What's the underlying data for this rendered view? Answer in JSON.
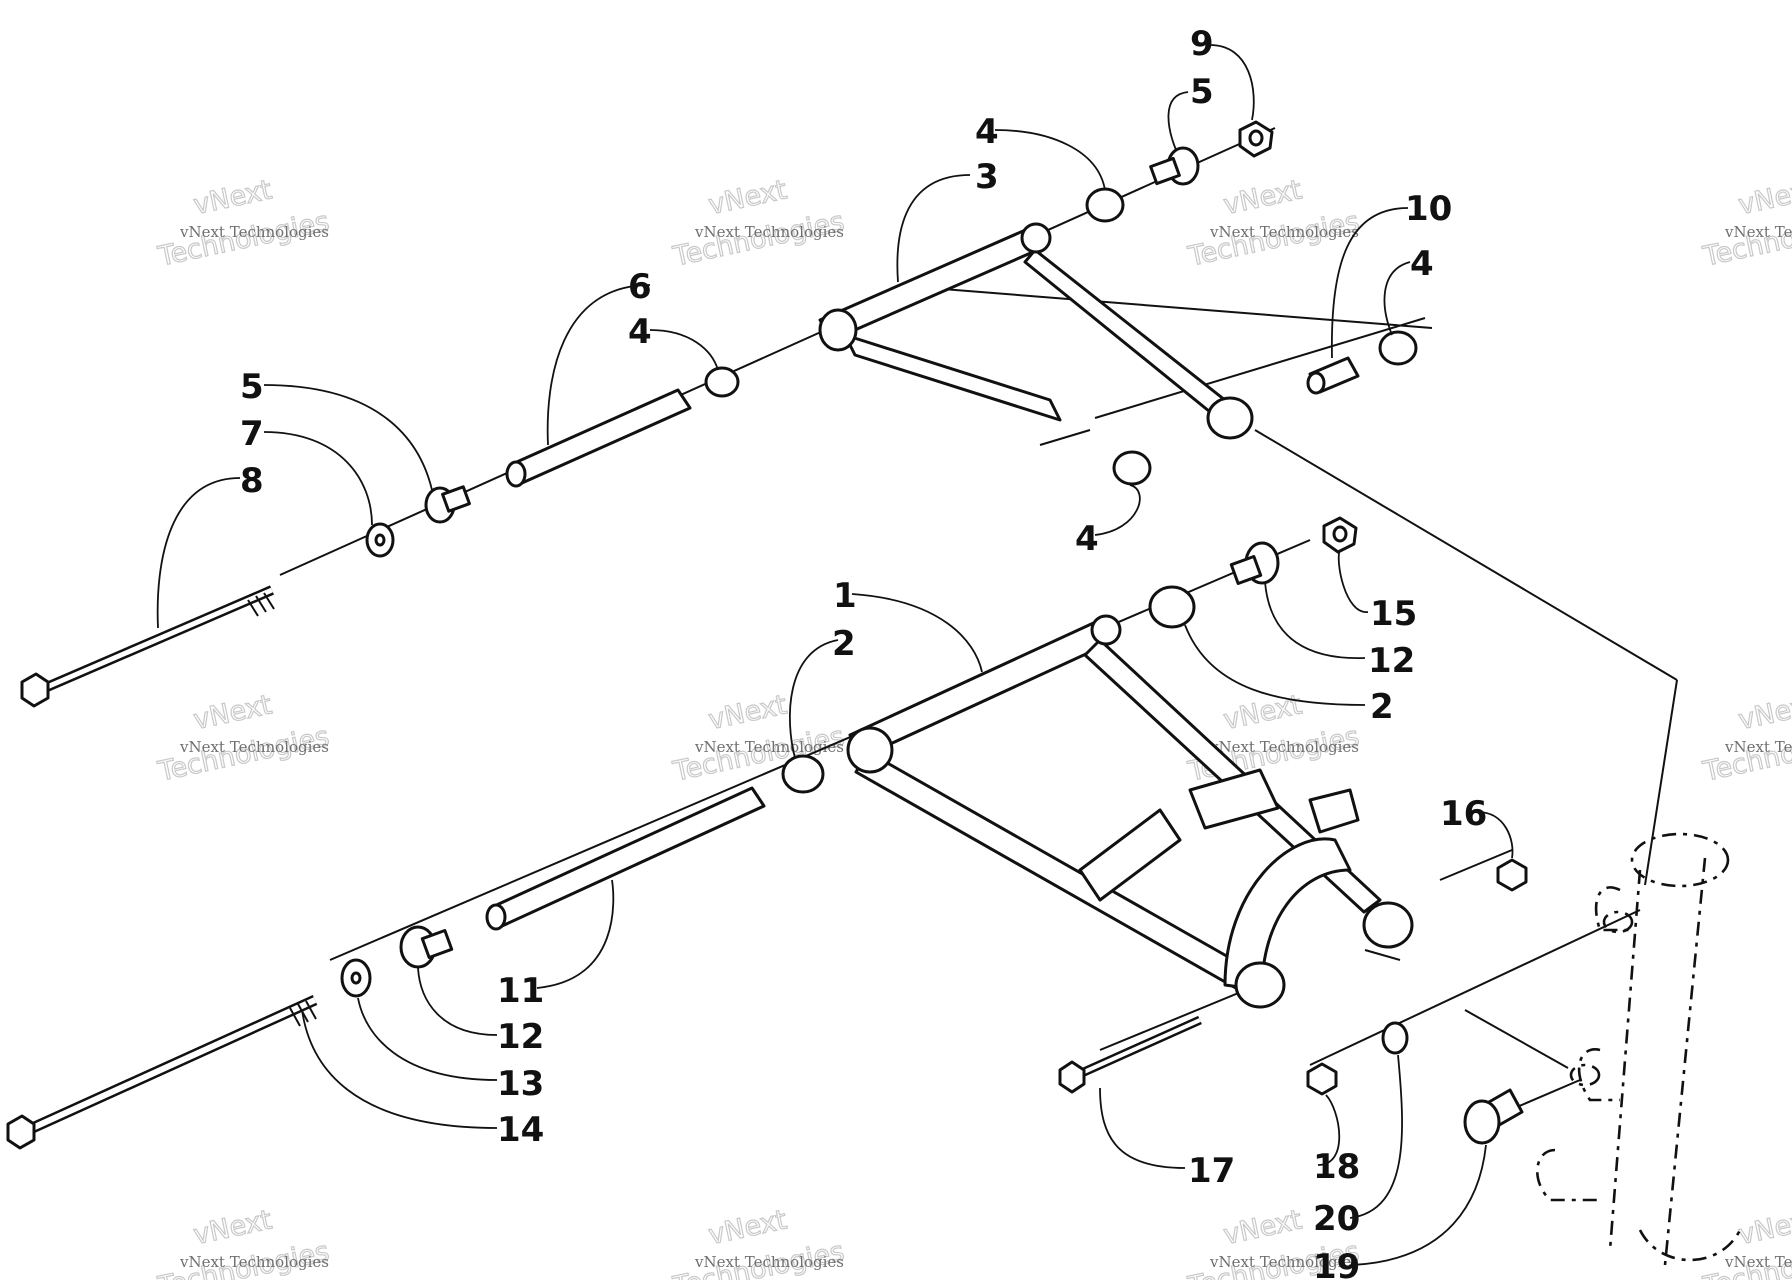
{
  "diagram": {
    "watermark": {
      "line1": "vNext Technologies",
      "line2": "vNext",
      "line3": "Technologies"
    },
    "callouts": [
      {
        "label": "1"
      },
      {
        "label": "2"
      },
      {
        "label": "2"
      },
      {
        "label": "3"
      },
      {
        "label": "4"
      },
      {
        "label": "4"
      },
      {
        "label": "4"
      },
      {
        "label": "4"
      },
      {
        "label": "5"
      },
      {
        "label": "5"
      },
      {
        "label": "6"
      },
      {
        "label": "7"
      },
      {
        "label": "8"
      },
      {
        "label": "9"
      },
      {
        "label": "10"
      },
      {
        "label": "11"
      },
      {
        "label": "12"
      },
      {
        "label": "12"
      },
      {
        "label": "13"
      },
      {
        "label": "14"
      },
      {
        "label": "15"
      },
      {
        "label": "16"
      },
      {
        "label": "17"
      },
      {
        "label": "18"
      },
      {
        "label": "19"
      },
      {
        "label": "20"
      }
    ]
  }
}
